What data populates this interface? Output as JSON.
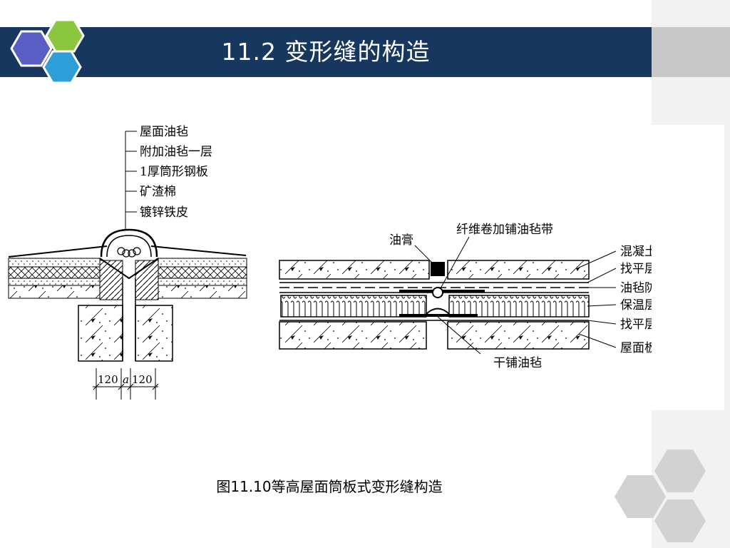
{
  "slide": {
    "title": "11.2  变形缝的构造",
    "caption": "图11.10等高屋面筒板式变形缝构造"
  },
  "left_diagram": {
    "labels": [
      "屋面油毡",
      "附加油毡一层",
      "1厚筒形钢板",
      "矿渣棉",
      "镀锌铁皮"
    ],
    "dimensions": [
      "120",
      "a",
      "120"
    ]
  },
  "right_diagram": {
    "top_labels": [
      "油膏",
      "纤维卷加铺油毡带"
    ],
    "side_labels": [
      "混凝土面层",
      "找平层",
      "油毡防水层",
      "保温层",
      "找平层及隔汽层",
      "屋面板"
    ],
    "bottom_label": "干铺油毡"
  },
  "colors": {
    "title_bar": "#17375e",
    "hex_purple": "#5a5fc6",
    "hex_green": "#8cc63f",
    "hex_blue": "#2e9ed8",
    "hex_grey": "#d2d2d2"
  }
}
